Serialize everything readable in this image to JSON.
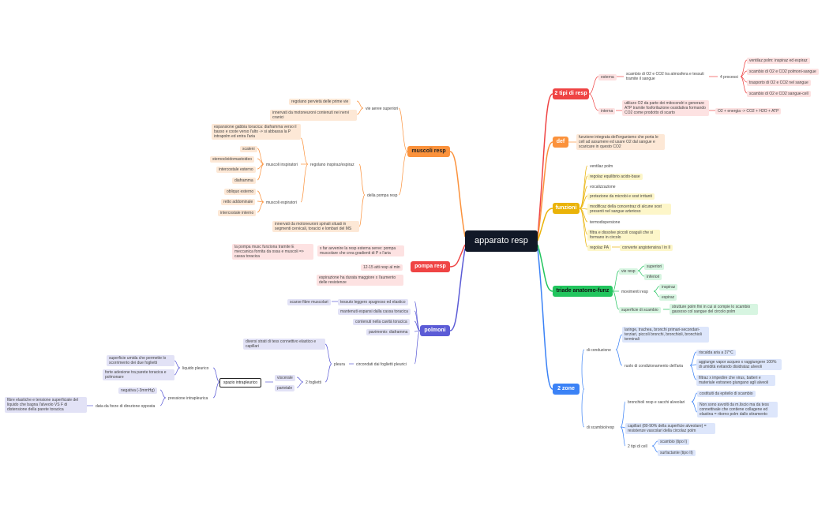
{
  "central": "apparato resp",
  "colors": {
    "red": "#ef4444",
    "orange": "#fb923c",
    "yellow": "#eab308",
    "green": "#22c55e",
    "blue": "#3b82f6",
    "indigo": "#5b5bd6",
    "redBg": "#fde2e2",
    "orangeBg": "#fde8d6",
    "yellowBg": "#fdf6c9",
    "greenBg": "#d7f5e1",
    "blueBg": "#dde6fb",
    "indigoBg": "#e2e2f6"
  },
  "main": {
    "tipi_resp": "2 tipi di resp",
    "def": "def",
    "funzioni": "funzioni",
    "triade": "triade anatomo-funz",
    "zone": "2 zone",
    "muscoli": "muscoli resp",
    "pompa": "pompa resp",
    "polmoni": "polmoni"
  },
  "tipi": {
    "esterna": "esterna",
    "esterna_desc": "scambio di O2 e CO2 tra atmosfera e tessuti tramite il sangue",
    "processi": "4 processi",
    "p1": "ventilaz polm: inspiraz ed espiraz",
    "p2": "scambio di O2 e CO2 polmoni-sangue",
    "p3": "trasporto di O2 e CO2 nel sangue",
    "p4": "scambio di O2 e CO2 sangue-cell",
    "interna": "interna",
    "interna_desc": "utilizzo O2 da parte dei mitocondri x generare ATP tramite fosforilazione ossidativa formando CO2 come prodotto di scarto",
    "formula": "O2 + energia -> CO2 + H2O + ATP"
  },
  "def_text": "funzione integrata dell'organismo che porta le cell ad assumere ed usare O2 dal sangue e scaricare in questo CO2",
  "funzioni": {
    "f1": "ventilaz polm",
    "f2": "regolaz equilibrio acido-base",
    "f3": "vocalizzazione",
    "f4": "protezione da microbi e sost irritanti",
    "f5": "modificaz della concentraz di alcune sost presenti nel sangue arterioso",
    "f6": "termodispersione",
    "f7": "filtra e dissolve piccoli coaguli che si formano in circolo",
    "f8": "regolaz PA",
    "f8b": "converte angiotensina I in II"
  },
  "triade": {
    "vie": "vie resp",
    "sup": "superiori",
    "inf": "inferiori",
    "mov": "movimenti resp",
    "insp": "inspiraz",
    "esp": "espiraz",
    "sup_scambio": "superficie di scambio",
    "sup_scambio_desc": "strutture polm fini in cui si compie lo scambio gassoso col sangue del circolo polm"
  },
  "zone": {
    "conduzione": "di conduzione",
    "cond_desc": "laringe, trachea, bronchi primari-secondari-terziari, piccoli bronchi, bronchioli, bronchioli terminali",
    "ruolo": "ruolo di condizionamento dell'aria",
    "r1": "riscalda aria a 37°C",
    "r2": "aggiunge vapor acqueo x raggiungere 100% di umidità evitando disidrataz alveoli",
    "r3": "filtraz x impedire che virus, batteri e materiale estraneo giungano agli alveoli",
    "scambio": "di scambio/resp",
    "bronchioli": "bronchioli resp e sacchi alveolari",
    "b1": "costituiti da epitelio di scambio",
    "b2": "Non sono avvolti da m.liscio ma da tess connettivale che contiene collagene ed elastina = ritorno polm dallo stiramento",
    "capillari": "capillari (80-90% della superficie alveolare) = resistenze vascolari della circolaz polm",
    "tipi_cell": "2 tipi di cell",
    "c1": "scambio (tipo I)",
    "c2": "surfactante (tipo II)"
  },
  "muscoli": {
    "vie_aeree": "vie aeree superiori",
    "regolano_perv": "regolano pervietà delle prime vie",
    "innervati_cranici": "innervati da motoneuroni contenuti nei nervi cranici",
    "pompa_resp": "della pompa resp",
    "regolano_insp": "regolano inspiraz/espiraz",
    "espansione": "espansione gabbia toracica: diaframma verso il basso e coste verso l'alto -> si abbassa la P intrapolm ed entra l'aria",
    "m_insp": "muscoli inspiratori",
    "scaleni": "scaleni",
    "sterno": "sternocleidomastoideo",
    "int_est": "intercostale esterno",
    "diaframma": "diaframma",
    "m_esp": "muscoli espiratori",
    "obliquo": "obliquo esterno",
    "retto": "retto addominale",
    "int_int": "intercostale interno",
    "innervati_spinali": "innervati da motoneuroni spinali situati in segmenti cervicali, toracici e lombari del MS"
  },
  "pompa": {
    "desc": "x far avvenire la resp esterna serve: pompa muscolare che crea gradienti di P x l'aria",
    "desc_left": "la pompa musc funziona tramite E meccanica fornita da ossa e muscoli => cassa toracica",
    "atti": "12-15 atti resp al min",
    "espirazione": "espirazione ha durata maggiore x l'aumento delle resistenze"
  },
  "polmoni": {
    "tessuto": "tessuto leggero spugnoso ed elastico",
    "scarse": "scarse fibre muscolari",
    "mantenuti": "mantenuti espansi dalla cassa toracica",
    "contenuti": "contenuti nella cavità toracica",
    "pavimento": "pavimento: diaframma",
    "circondati": "circondati dai foglietti pleurici",
    "pleura": "pleura",
    "diversi": "diversi strati di tess connettivo elastico e capillari",
    "foglietti": "2 foglietti",
    "viscerale": "viscerale",
    "parietale": "parietale",
    "spazio": "spazio intrapleurico",
    "liquido": "liquido pleurico",
    "l1": "superficie umida che permette lo scorrimento dei due foglietti",
    "l2": "forte adesione tra parete toracica e polmonare",
    "pressione": "pressione intrapleurica",
    "negativa": "negativa (-3mmHg)",
    "forze": "data da forze di direzione opposta",
    "fibre": "fibre elastiche e tensione superficiale del liquido che bagna l'alveolo VS F di distensione della parete toracica"
  }
}
